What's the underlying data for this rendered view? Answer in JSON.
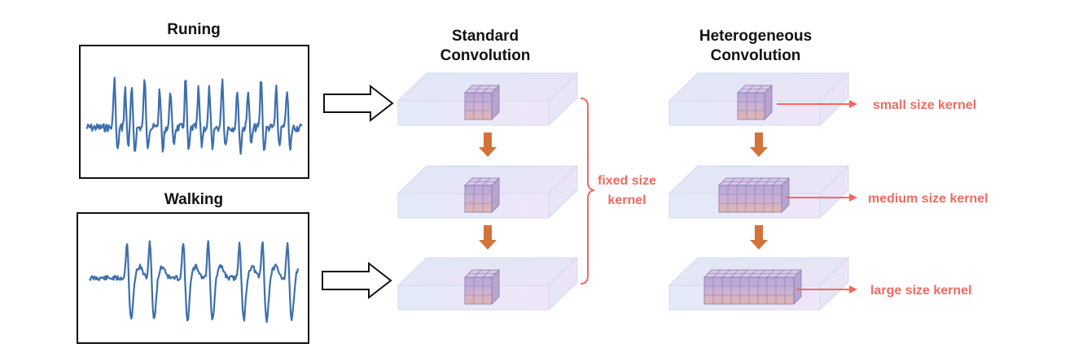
{
  "signals": {
    "running_label": "Runing",
    "walking_label": "Walking"
  },
  "standard": {
    "title_line1": "Standard",
    "title_line2": "Convolution",
    "brace_label_line1": "fixed size",
    "brace_label_line2": "kernel"
  },
  "heterogeneous": {
    "title_line1": "Heterogeneous",
    "title_line2": "Convolution",
    "kernels": [
      {
        "label": "small size kernel",
        "size": "small"
      },
      {
        "label": "medium size kernel",
        "size": "medium"
      },
      {
        "label": "large size kernel",
        "size": "large"
      }
    ]
  },
  "colors": {
    "signal_line": "#3d6fad",
    "arrow_down": "#d2733a",
    "annotation_red": "#ee6b62",
    "layer_fill": "#e6e9f8",
    "kernel_top": "#d9c8e8",
    "kernel_front": "#c8a6cf"
  }
}
